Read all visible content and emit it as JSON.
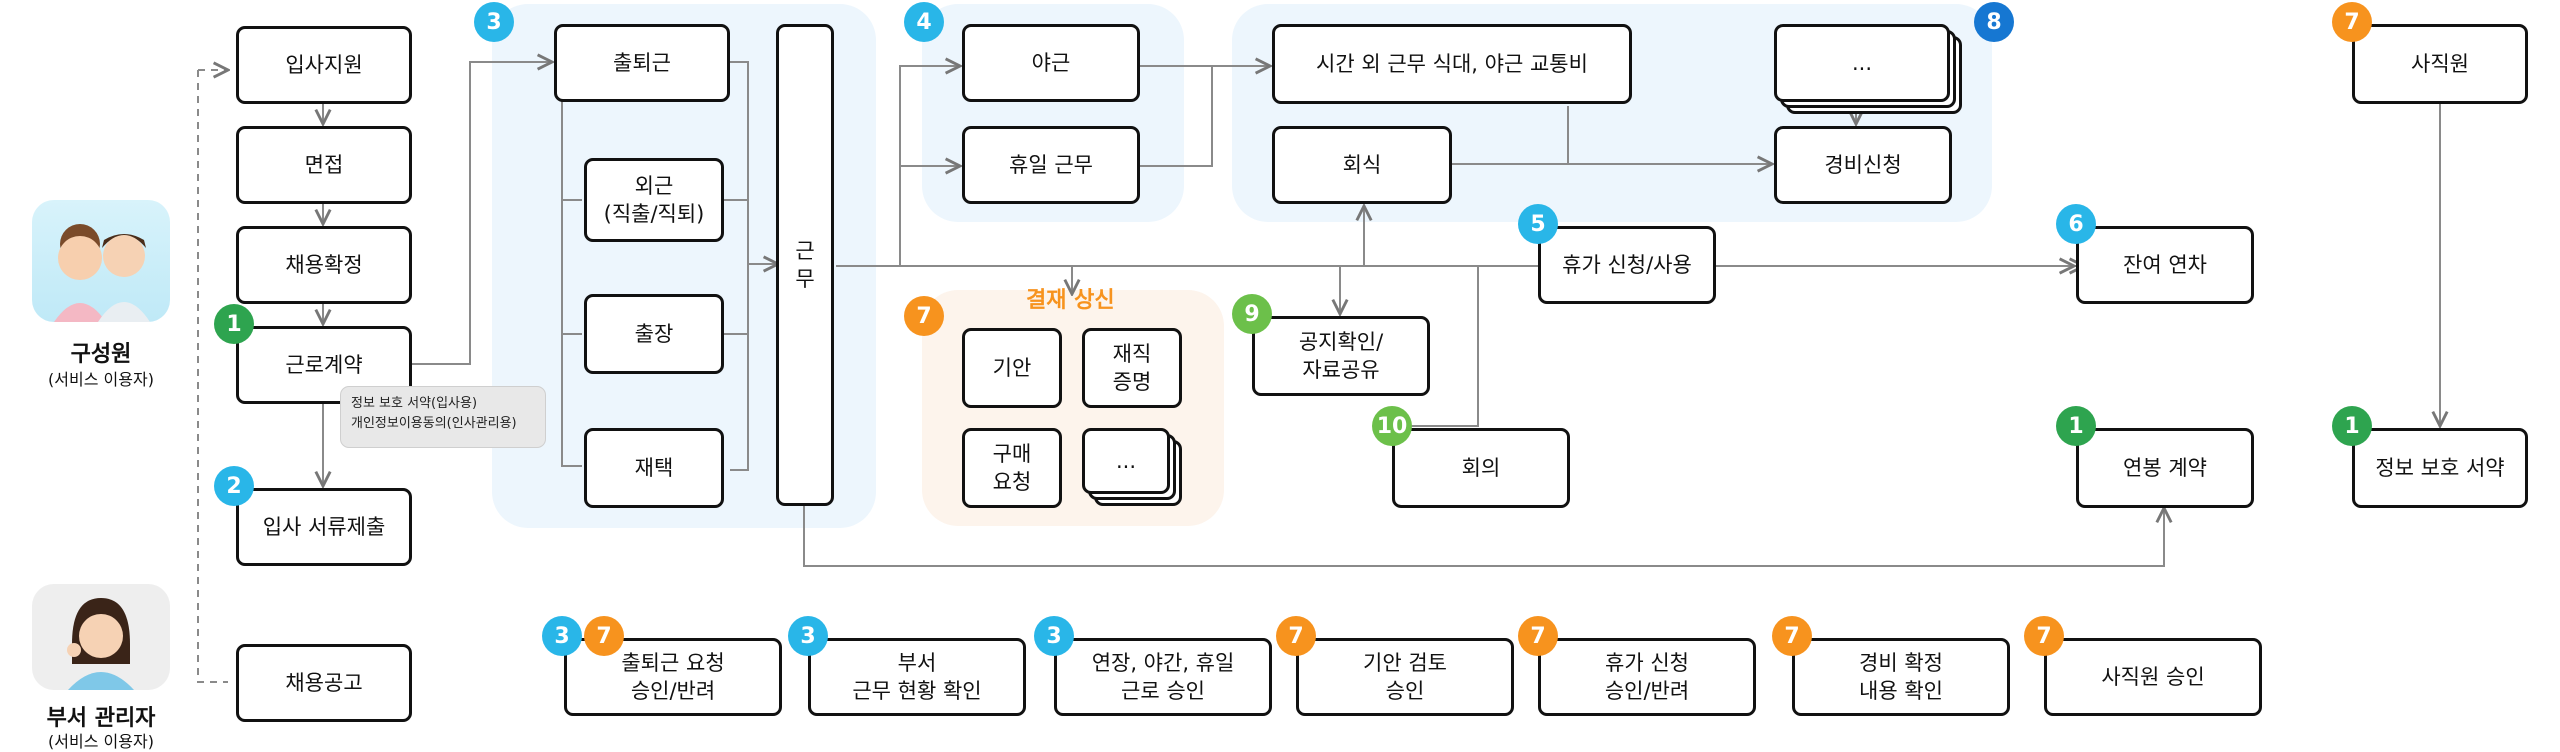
{
  "actors": {
    "member": {
      "name": "구성원",
      "sub": "(서비스 이용자)",
      "avatar_icon": "member-avatar-icon"
    },
    "manager": {
      "name": "부서 관리자",
      "sub": "(서비스 이용자)",
      "avatar_icon": "manager-avatar-icon"
    }
  },
  "hiring": {
    "support": "입사지원",
    "interview": "면접",
    "confirm": "채용확정",
    "contract": "근로계약",
    "docs": "입사 서류제출",
    "posting": "채용공고"
  },
  "note": {
    "line1": "정보 보호 서약(입사용)",
    "line2": "개인정보이용동의(인사관리용)"
  },
  "attendance": {
    "commute": "출퇴근",
    "outside": "외근\n(직출/직퇴)",
    "trip": "출장",
    "remote": "재택",
    "work": "근\n무"
  },
  "overtime": {
    "night": "야근",
    "holiday": "휴일 근무"
  },
  "expense": {
    "meal": "시간 외 근무 식대, 야근 교통비",
    "dinner": "회식",
    "more": "...",
    "claim": "경비신청"
  },
  "approval": {
    "title": "결재 상신",
    "draft": "기안",
    "certificate": "재직\n증명",
    "purchase": "구매\n요청",
    "more": "..."
  },
  "leave": {
    "request": "휴가 신청/사용",
    "remaining": "잔여 연차",
    "notice": "공지확인/\n자료공유",
    "meeting": "회의",
    "salary": "연봉 계약"
  },
  "resign": {
    "resign": "사직원",
    "pledge": "정보 보호 서약"
  },
  "manager_tasks": [
    {
      "label": "출퇴근 요청\n승인/반려"
    },
    {
      "label": "부서\n근무 현황 확인"
    },
    {
      "label": "연장, 야간, 휴일\n근로 승인"
    },
    {
      "label": "기안 검토\n승인"
    },
    {
      "label": "휴가 신청\n승인/반려"
    },
    {
      "label": "경비 확정\n내용 확인"
    },
    {
      "label": "사직원 승인"
    }
  ],
  "badges": {
    "contract": "1",
    "docs": "2",
    "attendance": "3",
    "overtime": "4",
    "leave": "5",
    "remaining": "6",
    "approval": "7",
    "expense": "8",
    "notice": "9",
    "meeting": "10",
    "salary": "1",
    "resign": "7",
    "pledge": "1",
    "m_commute_a": "3",
    "m_commute_b": "7",
    "m_dept": "3",
    "m_overtime": "3",
    "m_draft": "7",
    "m_leave": "7",
    "m_expense": "7",
    "m_resign": "7"
  },
  "colors": {
    "green": "#2ea44f",
    "cyan": "#29b6e8",
    "orange": "#f7931e",
    "lime": "#6cc04a",
    "blue": "#1677d2",
    "region_blue": "#edf6fd",
    "region_orange": "#fdf4ec"
  }
}
